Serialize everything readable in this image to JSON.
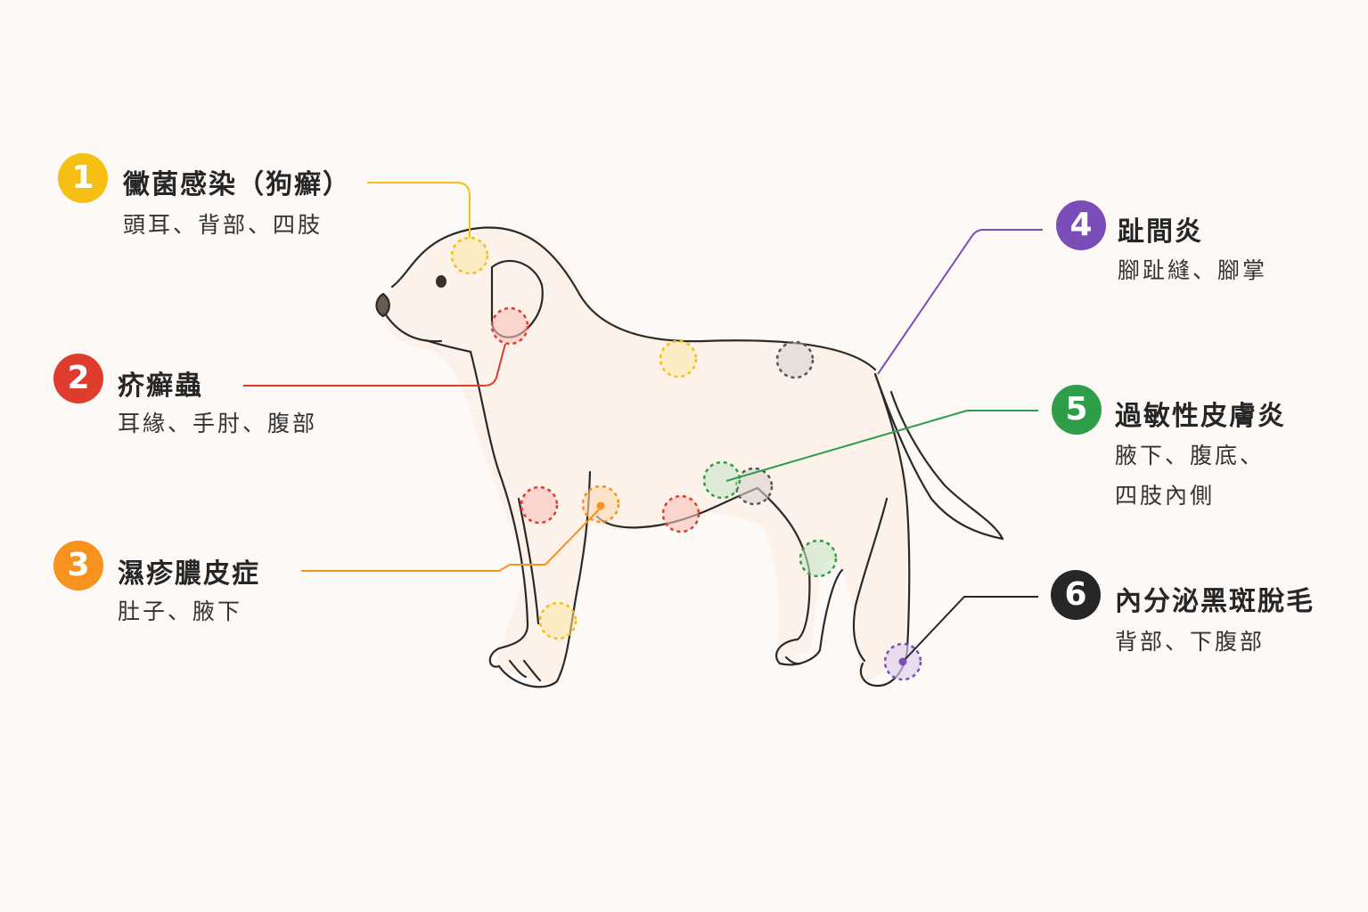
{
  "conditions": [
    {
      "number": "1",
      "title": "黴菌感染（狗癬）",
      "locations": [
        "頭耳、背部、四肢"
      ],
      "color": "#f5bf14"
    },
    {
      "number": "2",
      "title": "疥癬蟲",
      "locations": [
        "耳緣、手肘、腹部"
      ],
      "color": "#e03c2e"
    },
    {
      "number": "3",
      "title": "濕疹膿皮症",
      "locations": [
        "肚子、腋下"
      ],
      "color": "#f7921e"
    },
    {
      "number": "4",
      "title": "趾間炎",
      "locations": [
        "腳趾縫、腳掌"
      ],
      "color": "#7b4db8"
    },
    {
      "number": "5",
      "title": "過敏性皮膚炎",
      "locations": [
        "腋下、腹底、",
        "四肢內側"
      ],
      "color": "#2e9e48"
    },
    {
      "number": "6",
      "title": "內分泌黑斑脫毛",
      "locations": [
        "背部、下腹部"
      ],
      "color": "#262626"
    }
  ],
  "icons": {
    "dog": "dog-illustration"
  }
}
